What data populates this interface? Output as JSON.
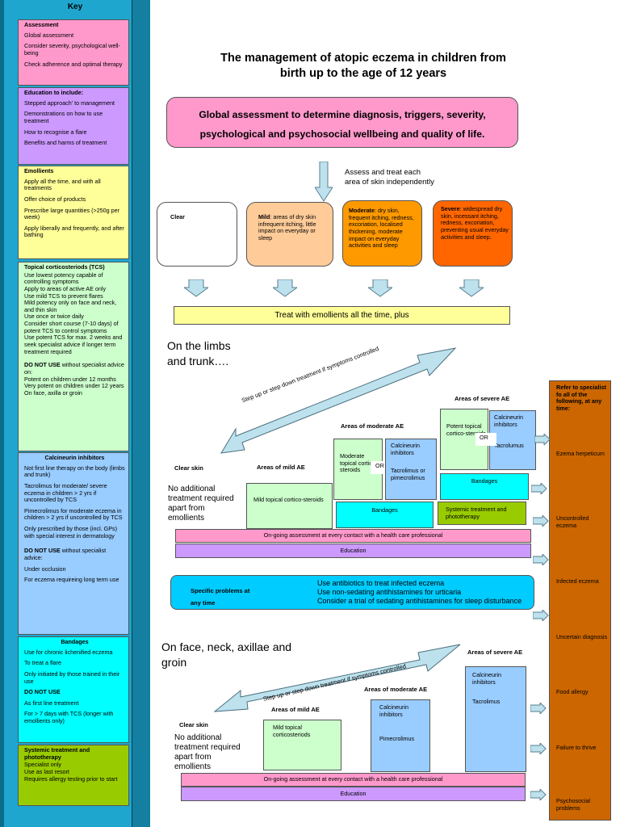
{
  "colors": {
    "assessment": "#ff99cc",
    "education": "#cc99ff",
    "emollients": "#ffff99",
    "tcs": "#ccffcc",
    "calcineurin": "#99ccff",
    "bandages": "#00ffff",
    "systemic": "#99cc00",
    "mild": "#ffcc99",
    "moderate": "#ff9900",
    "severe": "#ff6600",
    "refer": "#cc6600",
    "sidebar": "#1ea6cf"
  },
  "key": {
    "title": "Key",
    "assessment": {
      "heading": "Assessment",
      "items": [
        "Global assessment",
        "Consider severity, psychological well-being",
        "Check adherence and optimal therapy"
      ]
    },
    "education": {
      "heading": "Education to include:",
      "items": [
        "Stepped approach' to management",
        "Demonstrations on how to use treatment",
        "How to recognise a flare",
        "Benefits and harms of treatment"
      ]
    },
    "emollients": {
      "heading": "Emollients",
      "items": [
        "Apply all the time, and with all treatments",
        "Offer choice of products",
        "Prescribe large quantities (>250g per week)",
        "Apply liberally and frequently, and after bathing"
      ]
    },
    "tcs": {
      "heading": "Topical corticosteriods (TCS)",
      "items": [
        "Use lowest potency capable of controlling symptoms",
        "Apply to areas of active AE only",
        "Use mild TCS to prevent flares",
        "Mild potency only on face and neck, and thin skin",
        "Use once or twice daily",
        "Consider short course (7-10 days) of potent TCS to control symptoms",
        "Use potent TCS for max. 2 weeks and seek specialist advice if  longer term treatment required"
      ],
      "dnu_bold": "DO NOT USE",
      "dnu_text": " without specialist advice on:",
      "dnu_items": [
        "Potent on children under 12 months",
        "Very potent on children under 12 years",
        "On face, axilla or groin"
      ]
    },
    "calcineurin": {
      "heading": "Calcineurin inhibitors",
      "items": [
        "Not first line therapy on the body (limbs and trunk)",
        "Tacrolimus for moderate/ severe eczema in children > 2 yrs  if uncontrolled by TCS",
        "Pimecrolimus for moderate eczema in children > 2 yrs if uncontrolled by TCS",
        "Only prescribed by those (incl. GPs) with special interest in dermatology"
      ],
      "dnu_bold": "DO NOT USE",
      "dnu_text": " without specialist advice:",
      "dnu_items": [
        "Under occlusion",
        "For eczema requireing long term use"
      ]
    },
    "bandages": {
      "heading": "Bandages",
      "items": [
        "Use for chronic lichenified eczema",
        "To treat a flare",
        "Only initiated by those trained in their use"
      ],
      "dnu_bold": "DO NOT USE",
      "dnu_items": [
        "As first line treatment",
        "For > 7 days with TCS (longer with emollients only)"
      ]
    },
    "systemic": {
      "heading": "Systemic treatment and phototherapy",
      "items": [
        "Specialist only",
        "Use as last resort",
        "Requires allergy testing prior to start"
      ]
    }
  },
  "main": {
    "title_line1": "The management of atopic eczema in children from",
    "title_line2": "birth up to the age of 12 years",
    "global_line1": "Global assessment to determine diagnosis, triggers, severity,",
    "global_line2": "psychological and psychosocial wellbeing and quality of life.",
    "assess_note_1": "Assess and treat each",
    "assess_note_2": "area of skin independently",
    "severity": {
      "clear": "Clear",
      "mild_bold": "Mild",
      "mild_text": ": areas of dry skin infrequent itching, little impact on everyday or sleep",
      "moderate_bold": "Moderate",
      "moderate_text": ":  dry skin, frequent itching, redness, excoriation, localised thickening, moderate impact on everyday activities and sleep",
      "severe_bold": "Severe",
      "severe_text": ": widespread dry skin, incessant itching, redness, excoriation, preventing usual everyday activities and sleep."
    },
    "emollients_banner": "Treat with emollients all the time, plus",
    "limbs": {
      "heading_1": "On the limbs",
      "heading_2": "and trunk….",
      "step_arrow": "Step up or step down treatment if symptoms controlled",
      "clear_skin": "Clear skin",
      "no_treatment": "No additional treatment required apart from emollients",
      "mild_area": "Areas of mild AE",
      "mild_tcs": "Mild topical cortico-steroids",
      "moderate_area": "Areas of moderate AE",
      "moderate_tcs": "Moderate topical cortico-steroids",
      "or": "OR",
      "calcineurin": "Calcineurin inhibitors",
      "tac_pim": "Tacrolimus or pimecrolimus",
      "bandages_mod": "Bandages",
      "severe_area": "Areas of severe  AE",
      "potent_tcs": "Potent topical cortico-steroids",
      "calcineurin_sev": "Calcineurin inhibitors",
      "tacrolimus": "Tacrolumus",
      "or_sev": "OR",
      "bandages_sev": "Bandages",
      "systemic": "Systemic treatment and phototherapy",
      "ongoing": "On-going assessment at every contact with a health care professional",
      "education": "Education"
    },
    "specific": {
      "heading_1": "Specific problems at",
      "heading_2": "any time",
      "line1": "Use antibiotics to treat infected eczema",
      "line2": "Use non-sedating antihistamines for urticaria",
      "line3": "Consider a trial of sedating antihistamines for sleep disturbance"
    },
    "face": {
      "heading_1": "On face, neck, axillae and",
      "heading_2": "groin",
      "step_arrow": "Step up or step down treatment if symptoms controlled",
      "clear_skin": "Clear skin",
      "no_treatment": "No additional treatment required apart from emollients",
      "mild_area": "Areas of mild AE",
      "mild_tcs": "Mild topical corticosteriods",
      "moderate_area": "Areas of moderate AE",
      "calcineurin": "Calcineurin inhibitors",
      "pimecrolimus": "Pimecrolimus",
      "severe_area": "Areas of severe AE",
      "calcineurin_sev": "Calcineurin inhibitors",
      "tacrolimus": "Tacrolimus",
      "ongoing": "On-going assessment at every contact with a health care professional",
      "education": "Education"
    },
    "refer": {
      "heading": "Refer to specialist fo all of the following, at any time:",
      "items": [
        "Ezema herpeticum",
        "Uncontrolled eczema",
        "Infected eczema",
        "Uncertain diagnosis",
        "Food allergy",
        "Failure to thrive",
        "Psychosocial problems"
      ]
    }
  }
}
